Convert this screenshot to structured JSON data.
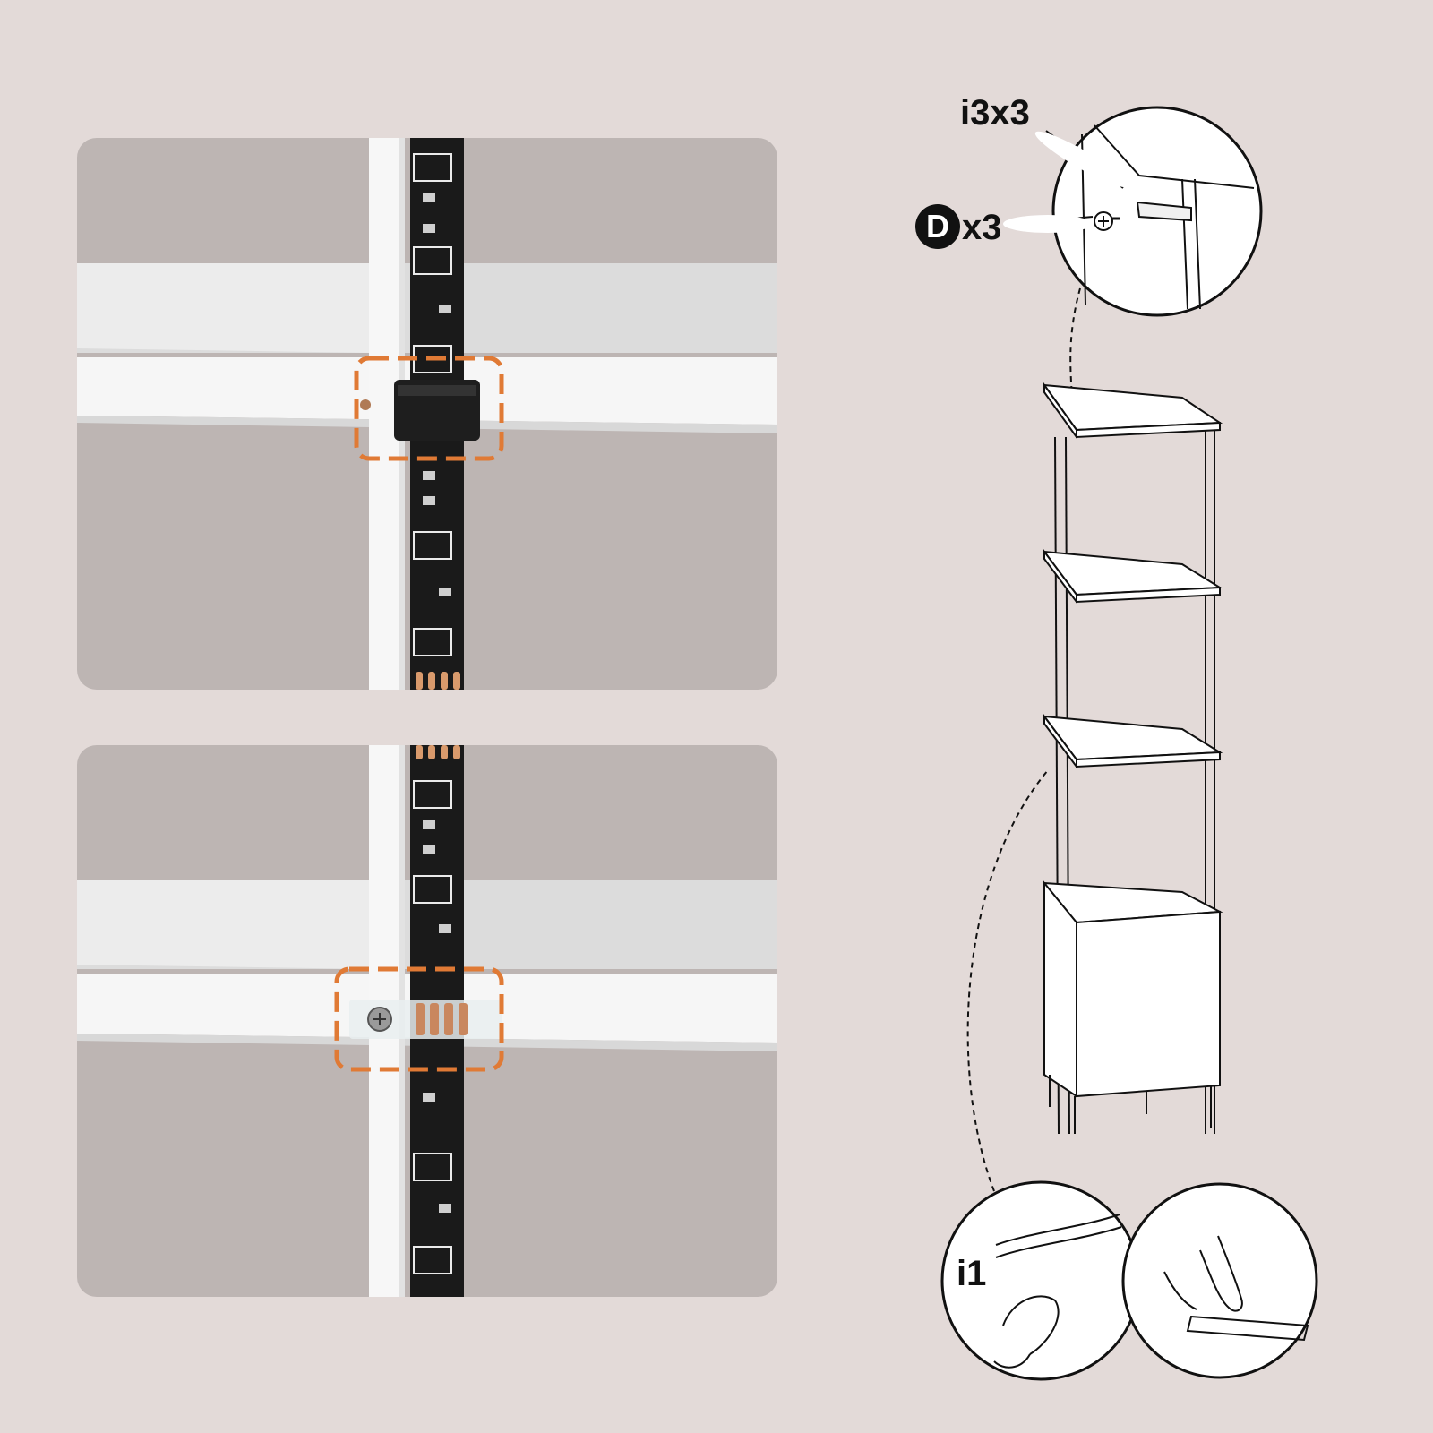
{
  "top_callout": {
    "part_label": "i3x3"
  },
  "screw_callout": {
    "badge_letter": "D",
    "quantity": "x3"
  },
  "bottom_callout": {
    "part_label": "i1"
  },
  "colors": {
    "background": "#e3dad8",
    "panel": "#bdb5b3",
    "highlight": "#e07a35",
    "led_strip": "#1a1a1a",
    "shelf": "#f4f4f4"
  },
  "icons": [
    "led-strip",
    "connector-clip",
    "screw",
    "corner-shelf-tower",
    "adhesive-tape",
    "hand"
  ]
}
